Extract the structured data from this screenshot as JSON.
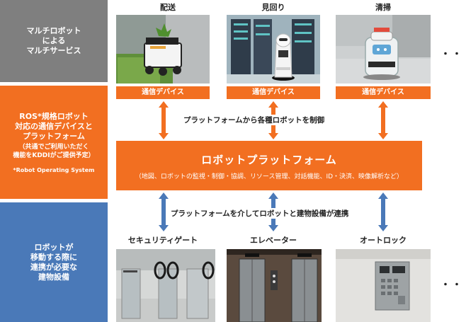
{
  "sidebar": {
    "row1": {
      "title": "マルチロボット\nによる\nマルチサービス"
    },
    "row2": {
      "title": "ROS*規格ロボット\n対応の通信デバイスと\nプラットフォーム",
      "note": "（共通でご利用いただく\n機能をKDDIがご提供予定）",
      "footnote": "*Robot Operating System"
    },
    "row3": {
      "title": "ロボットが\n移動する際に\n連携が必要な\n建物設備"
    }
  },
  "services": [
    {
      "label": "配送",
      "device": "通信デバイス"
    },
    {
      "label": "見回り",
      "device": "通信デバイス"
    },
    {
      "label": "清掃",
      "device": "通信デバイス"
    }
  ],
  "connector_top": "プラットフォームから各種ロボットを制御",
  "platform": {
    "title": "ロボットプラットフォーム",
    "subtitle": "（地図、ロボットの監視・制御・協調、リソース管理、対話機能、ID・決済、映像解析など）"
  },
  "connector_bottom": "プラットフォームを介してロボットと建物設備が連携",
  "facilities": [
    {
      "label": "セキュリティゲート"
    },
    {
      "label": "エレベーター"
    },
    {
      "label": "オートロック"
    }
  ],
  "ellipsis": "・・・・",
  "colors": {
    "orange": "#f26f21",
    "blue": "#4a79b8",
    "gray": "#7f7f7f"
  }
}
